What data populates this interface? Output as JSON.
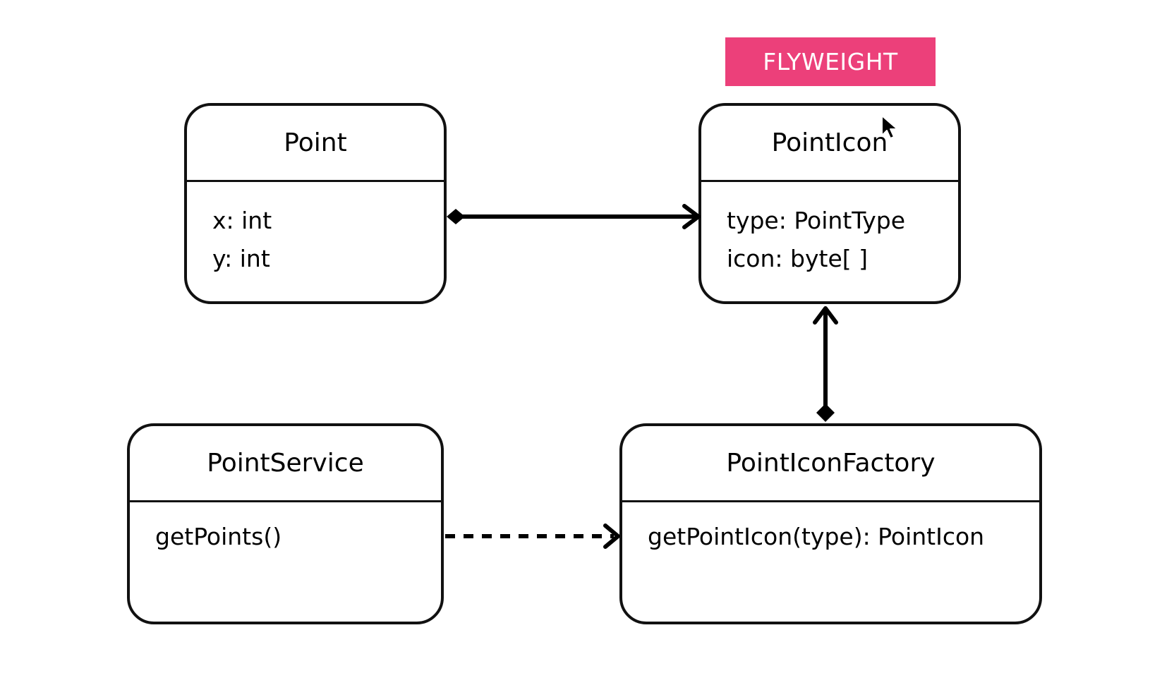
{
  "badge": {
    "label": "FLYWEIGHT",
    "color": "#ec407a"
  },
  "classes": {
    "point": {
      "name": "Point",
      "members": [
        "x: int",
        "y: int"
      ]
    },
    "point_icon": {
      "name": "PointIcon",
      "members": [
        "type: PointType",
        "icon: byte[ ]"
      ]
    },
    "point_service": {
      "name": "PointService",
      "members": [
        "getPoints()"
      ]
    },
    "point_icon_factory": {
      "name": "PointIconFactory",
      "members": [
        "getPointIcon(type): PointIcon"
      ]
    }
  },
  "relations": [
    {
      "from": "Point",
      "to": "PointIcon",
      "type": "composition"
    },
    {
      "from": "PointIconFactory",
      "to": "PointIcon",
      "type": "composition"
    },
    {
      "from": "PointService",
      "to": "PointIconFactory",
      "type": "dependency"
    }
  ]
}
